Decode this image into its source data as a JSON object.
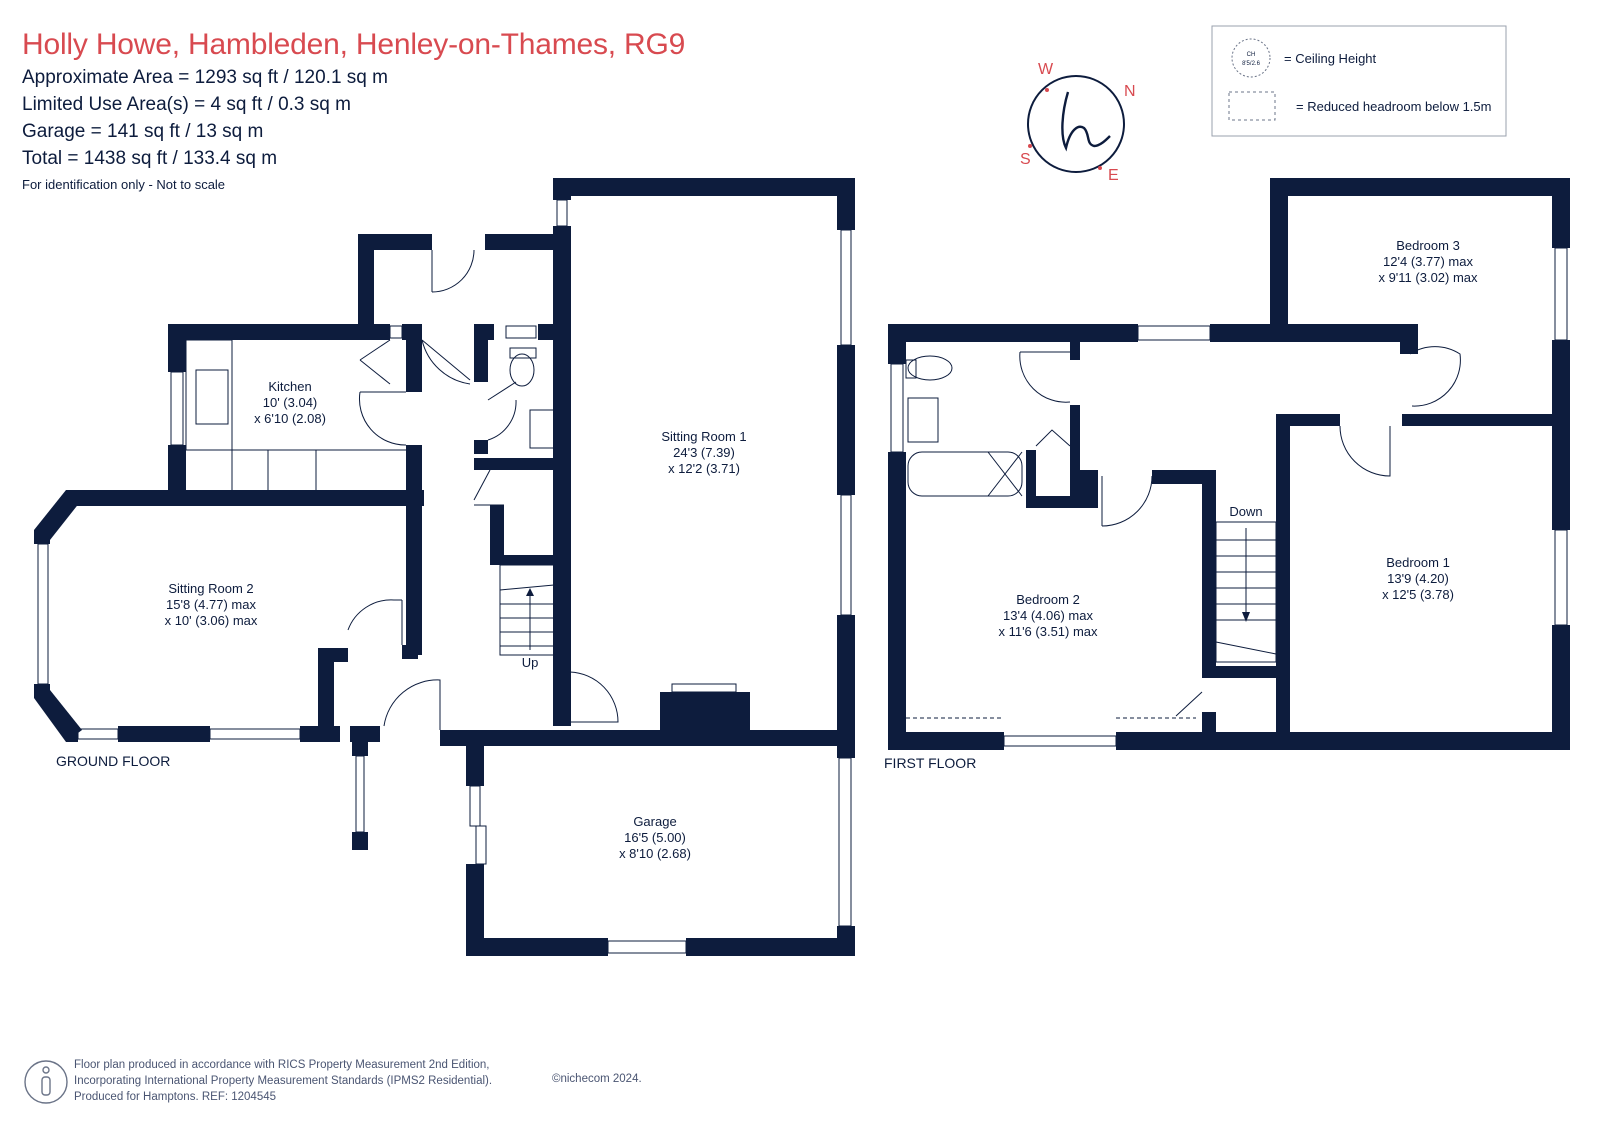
{
  "header": {
    "title": "Holly Howe, Hambleden, Henley-on-Thames, RG9",
    "areas": [
      "Approximate Area = 1293 sq ft / 120.1 sq m",
      "Limited Use Area(s) = 4 sq ft / 0.3 sq m",
      "Garage = 141 sq ft / 13 sq m",
      "Total = 1438 sq ft / 133.4 sq m"
    ],
    "note": "For identification only - Not to scale"
  },
  "legend": {
    "ceiling_symbol_top": "CH",
    "ceiling_symbol_bottom": "8'5/2.6",
    "ceiling_label": "= Ceiling Height",
    "headroom_label": "= Reduced headroom below 1.5m"
  },
  "compass": {
    "w": "W",
    "n": "N",
    "s": "S",
    "e": "E"
  },
  "floors": {
    "ground": "GROUND FLOOR",
    "first": "FIRST FLOOR"
  },
  "rooms": {
    "kitchen": [
      "Kitchen",
      "10' (3.04)",
      "x 6'10 (2.08)"
    ],
    "sitting1": [
      "Sitting Room 1",
      "24'3 (7.39)",
      "x 12'2 (3.71)"
    ],
    "sitting2": [
      "Sitting Room 2",
      "15'8 (4.77) max",
      "x 10' (3.06) max"
    ],
    "garage": [
      "Garage",
      "16'5 (5.00)",
      "x 8'10 (2.68)"
    ],
    "bedroom1": [
      "Bedroom 1",
      "13'9 (4.20)",
      "x 12'5 (3.78)"
    ],
    "bedroom2": [
      "Bedroom 2",
      "13'4 (4.06) max",
      "x 11'6 (3.51) max"
    ],
    "bedroom3": [
      "Bedroom 3",
      "12'4 (3.77) max",
      "x 9'11 (3.02) max"
    ]
  },
  "stairs": {
    "up": "Up",
    "down": "Down"
  },
  "footer": {
    "lines": [
      "Floor plan produced in accordance with RICS Property Measurement 2nd Edition,",
      "Incorporating International Property Measurement Standards (IPMS2 Residential).",
      "Produced for Hamptons.   REF:  1204545"
    ],
    "copyright": "©nichecom 2024."
  },
  "colors": {
    "wall": "#0d1c3d",
    "title": "#d84a50"
  }
}
